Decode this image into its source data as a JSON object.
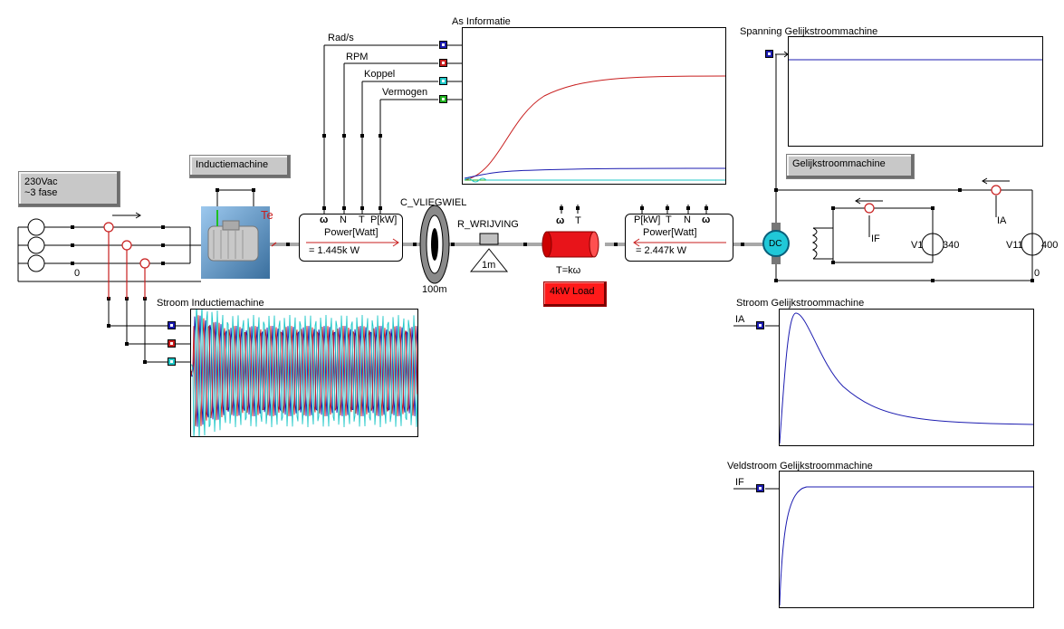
{
  "panels": {
    "as_info": {
      "title": "As Informatie"
    },
    "spanning": {
      "title": "Spanning Gelijkstroommachine"
    },
    "stroom_dc": {
      "title": "Stroom Gelijkstroommachine",
      "signal": "IA"
    },
    "veld_dc": {
      "title": "Veldstroom Gelijkstroommachine",
      "signal": "IF"
    },
    "stroom_ind": {
      "title": "Stroom Inductiemachine"
    }
  },
  "signals": [
    {
      "label": "Rad/s",
      "color": "#1c1cb0"
    },
    {
      "label": "RPM",
      "color": "#c81e1e"
    },
    {
      "label": "Koppel",
      "color": "#20c8c8"
    },
    {
      "label": "Vermogen",
      "color": "#20b020"
    }
  ],
  "buttons": {
    "source": {
      "line1": "230Vac",
      "line2": "~3 fase"
    },
    "inductie": "Inductiemachine",
    "gelijkstroom": "Gelijkstroommachine",
    "load": "4kW Load"
  },
  "meters": {
    "left": {
      "pins": [
        "ω",
        "N",
        "T",
        "P[kW]"
      ],
      "label": "Power[Watt]",
      "value": "= 1.445k W"
    },
    "right": {
      "pins": [
        "P[kW]",
        "T",
        "N",
        "ω"
      ],
      "label": "Power[Watt]",
      "value": "= 2.447k W"
    }
  },
  "components": {
    "flywheel": "C_VLIEGWIEL",
    "flywheel_val": "100m",
    "friction": "R_WRIJVING",
    "friction_val": "1m",
    "load_pins": [
      "ω",
      "T"
    ],
    "load_formula": "T=kω",
    "dc": "DC",
    "te": "Te",
    "ground": "0",
    "ground2": "0",
    "v1": "V1",
    "v1_val": "340",
    "v11": "V11",
    "v11_val": "400",
    "if": "IF",
    "ia": "IA"
  }
}
